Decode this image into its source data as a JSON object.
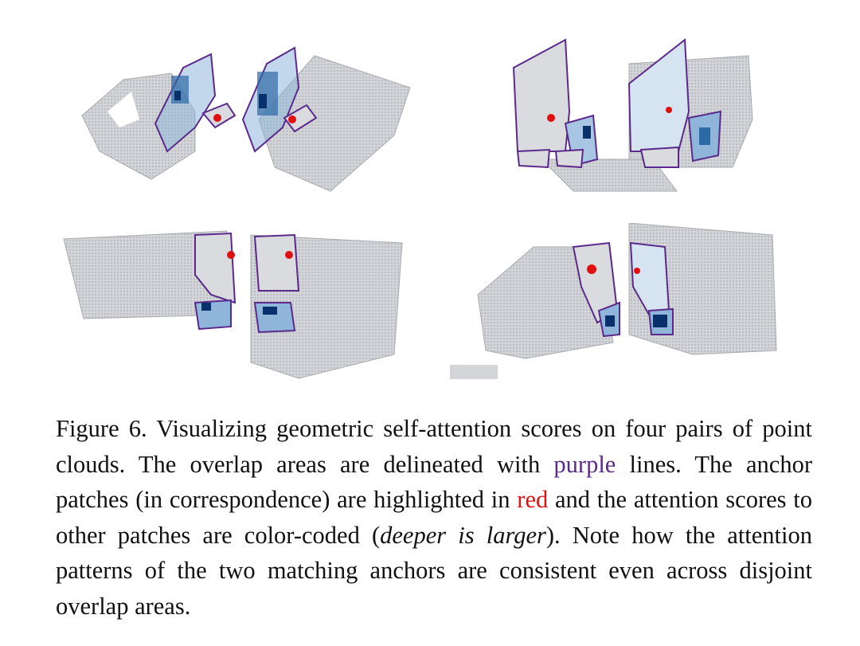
{
  "figure": {
    "panels": [
      {
        "name": "pair-1",
        "position": "top-left"
      },
      {
        "name": "pair-2",
        "position": "top-right"
      },
      {
        "name": "pair-3",
        "position": "bottom-left"
      },
      {
        "name": "pair-4",
        "position": "bottom-right"
      }
    ],
    "colors": {
      "overlap_outline": "#5b2a8c",
      "anchor": "#e01010",
      "attention_dark": "#08306b",
      "attention_light": "#c6dbef",
      "point_cloud": "#cfd1d4"
    }
  },
  "caption": {
    "p1": "Figure 6. Visualizing geometric self-attention scores on four pairs of point clouds. The overlap areas are delineated with ",
    "purple_word": "purple",
    "p2": " lines. The anchor patches (in correspondence) are highlighted in ",
    "red_word": "red",
    "p3": " and the attention scores to other patches are color-coded (",
    "italic1": "deeper is larger",
    "p4": "). Note how the attention patterns of the two matching anchors are consistent even across disjoint overlap areas."
  }
}
